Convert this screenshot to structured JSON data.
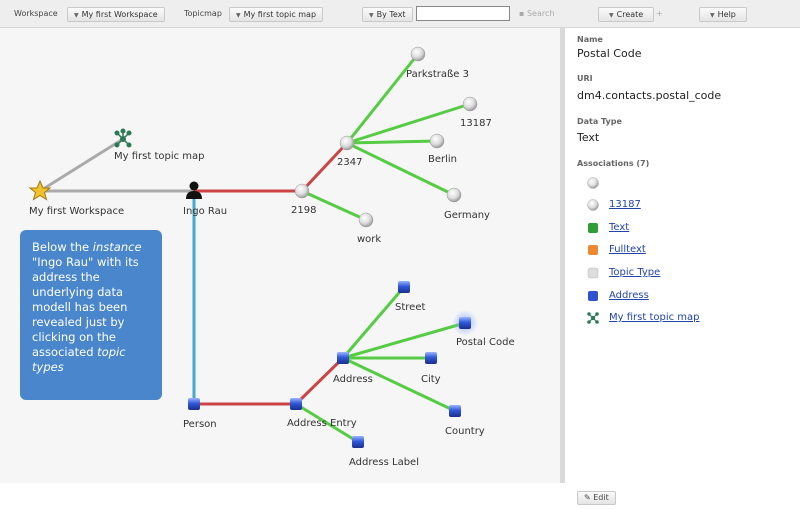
{
  "toolbar": {
    "workspace_label": "Workspace",
    "workspace_value": "My first Workspace",
    "topicmap_label": "Topicmap",
    "topicmap_value": "My first topic map",
    "search_mode": "By Text",
    "search_value": "",
    "search_button": "Search",
    "create_label": "Create",
    "plus": "+",
    "help_label": "Help"
  },
  "graph": {
    "nodes": {
      "workspace": "My first Workspace",
      "topicmap": "My first topic map",
      "ingo": "Ingo Rau",
      "n2198": "2198",
      "n2347": "2347",
      "parkstrasse": "Parkstraße 3",
      "n13187": "13187",
      "berlin": "Berlin",
      "germany": "Germany",
      "work": "work",
      "person": "Person",
      "address_entry": "Address Entry",
      "address_label": "Address Label",
      "address": "Address",
      "street": "Street",
      "postal_code": "Postal Code",
      "city": "City",
      "country": "Country"
    }
  },
  "note": {
    "l1a": "Below the ",
    "l1b": "instance",
    "l2": "\"Ingo Rau\" with its",
    "l3": "address the",
    "l4": "underlying data",
    "l5": "modell has been",
    "l6": "revealed just by",
    "l7": "clicking on the",
    "l8": "associated ",
    "l8b": "topic",
    "l9": "types"
  },
  "detail": {
    "name_label": "Name",
    "name_value": "Postal Code",
    "uri_label": "URI",
    "uri_value": "dm4.contacts.postal_code",
    "datatype_label": "Data Type",
    "datatype_value": "Text",
    "assoc_label": "Associations (7)",
    "assoc": [
      "",
      "13187",
      "Text",
      "Fulltext",
      "Topic Type",
      "Address",
      "My first topic map"
    ],
    "edit_label": "Edit"
  },
  "colors": {
    "aggregation": "#55cc44",
    "composition": "#cc4444",
    "instantiation": "#44aacc",
    "neutral": "#aaaaaa",
    "note_bg": "#4a86cc"
  }
}
